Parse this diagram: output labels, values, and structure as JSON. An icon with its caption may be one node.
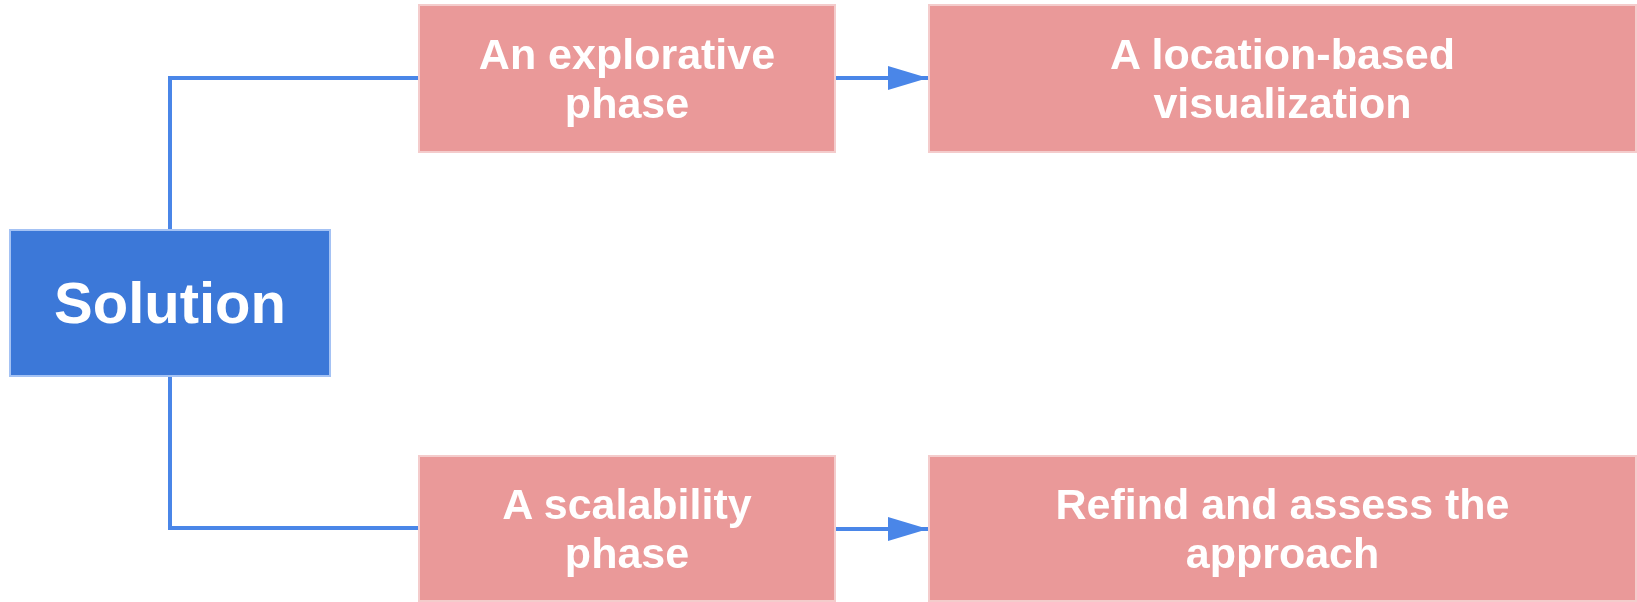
{
  "diagram": {
    "nodes": [
      {
        "text": [
          "Solution"
        ]
      },
      {
        "text": [
          "An explorative phase"
        ]
      },
      {
        "text": [
          "A location-based visualization"
        ]
      },
      {
        "text": [
          "A scalability phase"
        ]
      },
      {
        "text": [
          "Refind and assess the approach"
        ]
      }
    ],
    "edges": [
      {
        "from": 0,
        "to": 1,
        "arrow": "none"
      },
      {
        "from": 1,
        "to": 2,
        "arrow": "to"
      },
      {
        "from": 0,
        "to": 3,
        "arrow": "none"
      },
      {
        "from": 3,
        "to": 4,
        "arrow": "to"
      }
    ]
  }
}
